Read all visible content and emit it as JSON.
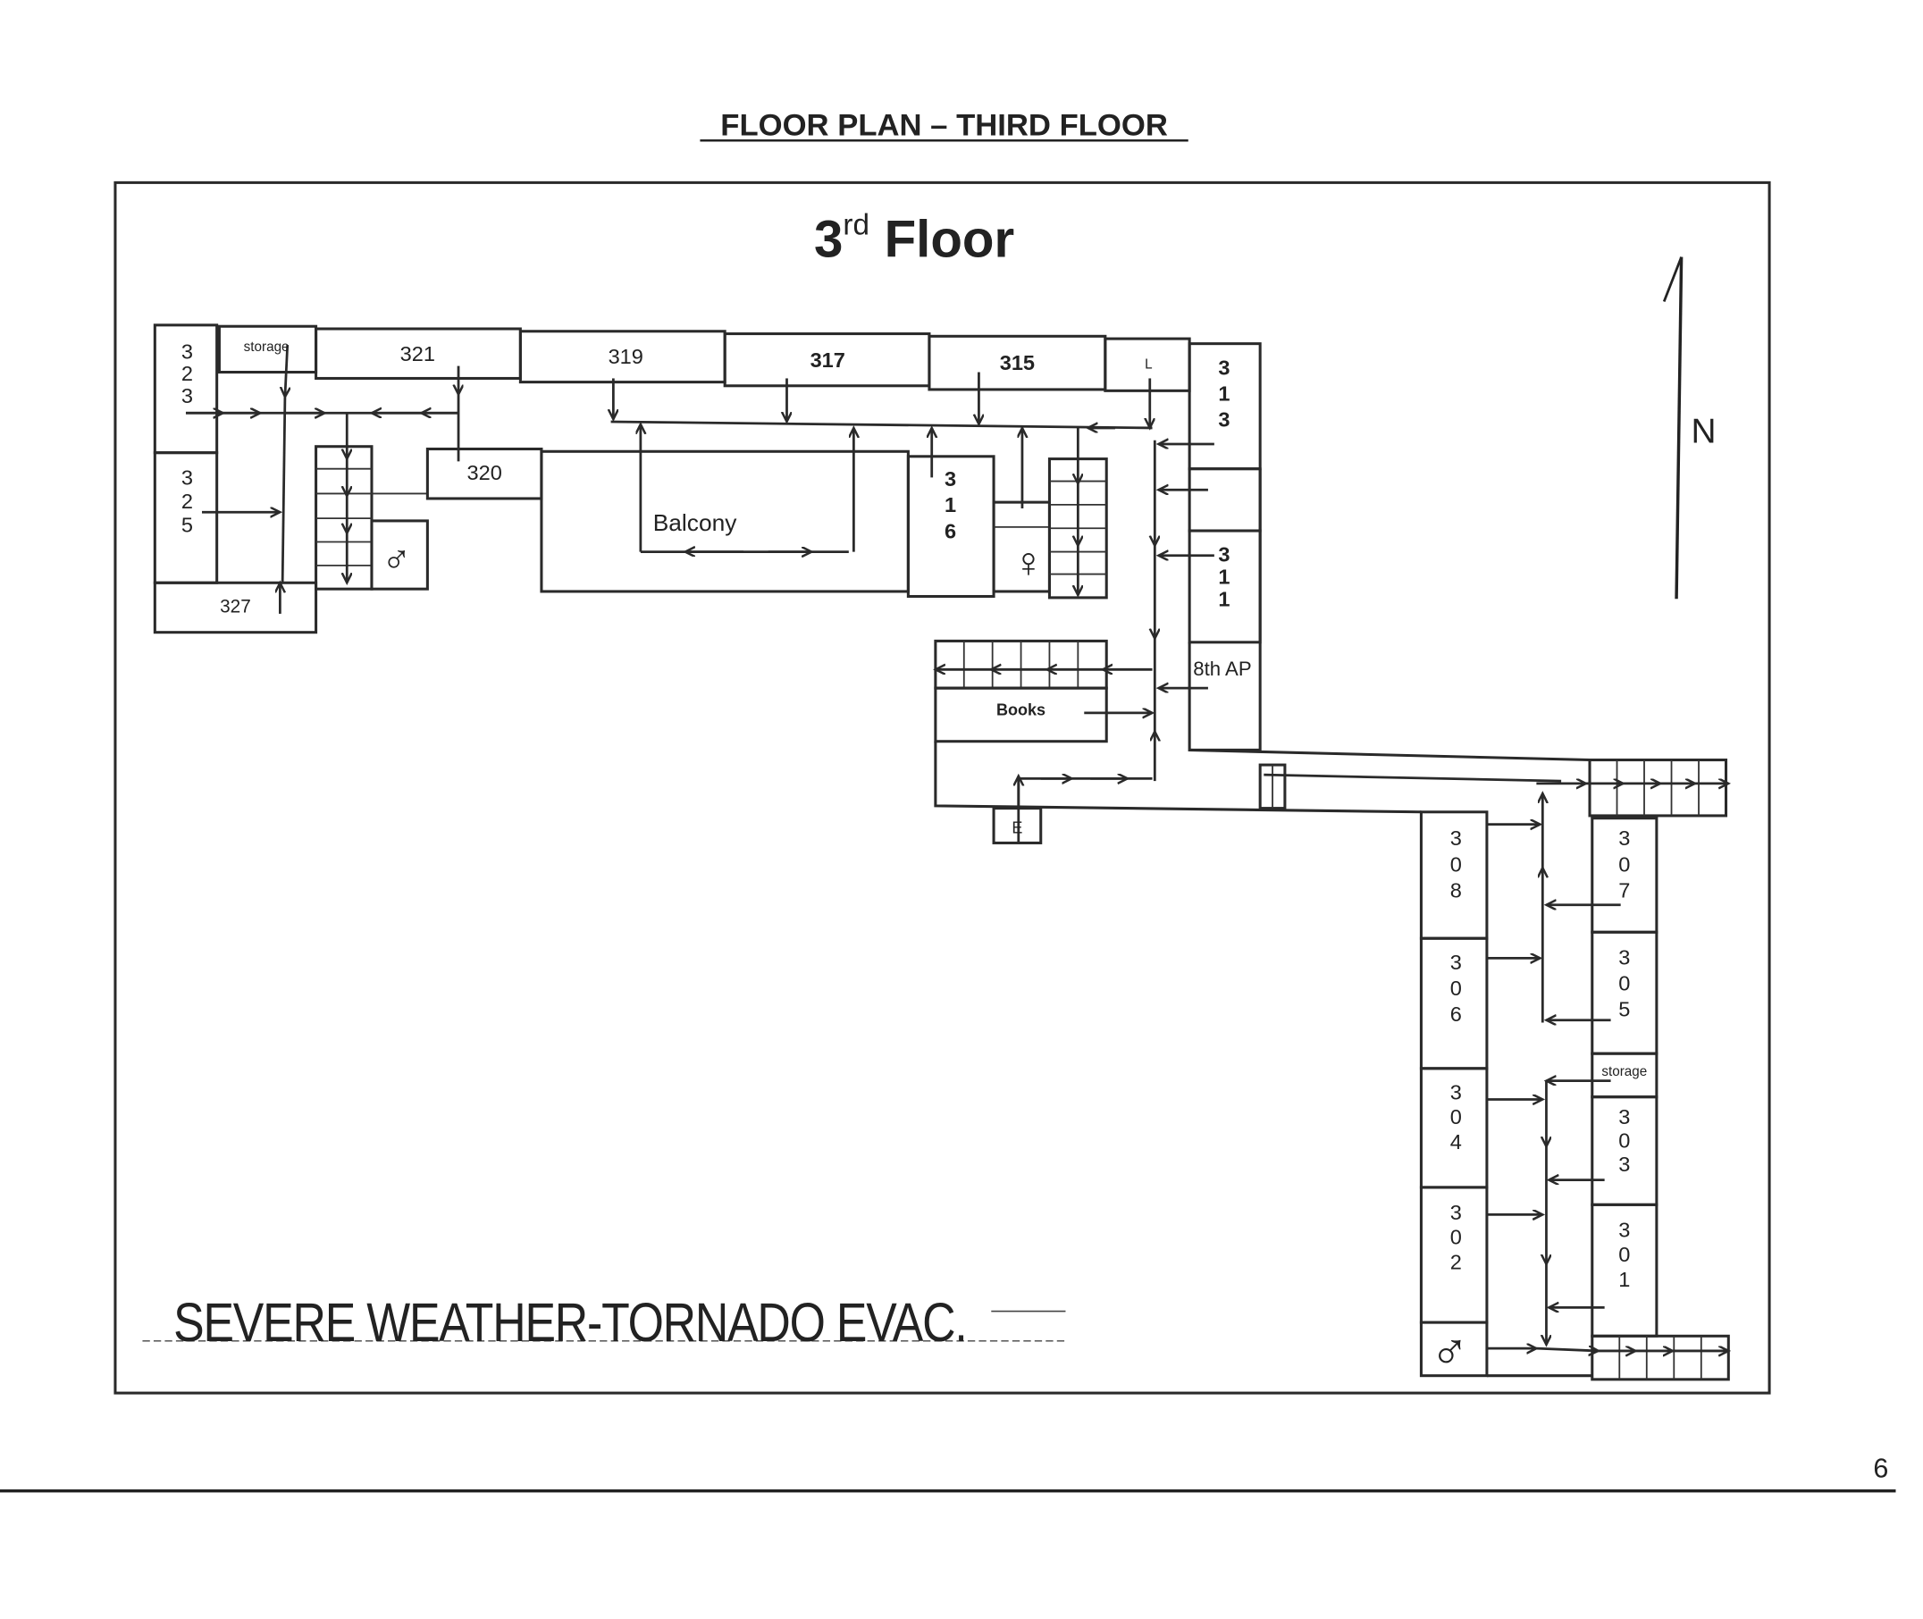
{
  "page": {
    "title": "FLOOR PLAN – THIRD FLOOR",
    "page_number": "6"
  },
  "plan": {
    "heading_number": "3",
    "heading_suffix": "rd",
    "heading_word": "Floor",
    "north_label": "N",
    "evac_note": "SEVERE WEATHER-TORNADO EVAC.",
    "rooms": {
      "r323": "323",
      "storage_top": "storage",
      "r321": "321",
      "r319": "319",
      "r317": "317",
      "r315": "315",
      "lift": "L",
      "r313": "313",
      "r325": "325",
      "r327": "327",
      "r320": "320",
      "balcony": "Balcony",
      "r316": "316",
      "r311": "311",
      "ap": "8th AP",
      "books": "Books",
      "exit": "E",
      "r308": "308",
      "r306": "306",
      "r304": "304",
      "r302": "302",
      "r307": "307",
      "r305": "305",
      "storage_right": "storage",
      "r303": "303",
      "r301": "301",
      "mens_symbol": "♂",
      "womens_symbol": "♀"
    }
  }
}
